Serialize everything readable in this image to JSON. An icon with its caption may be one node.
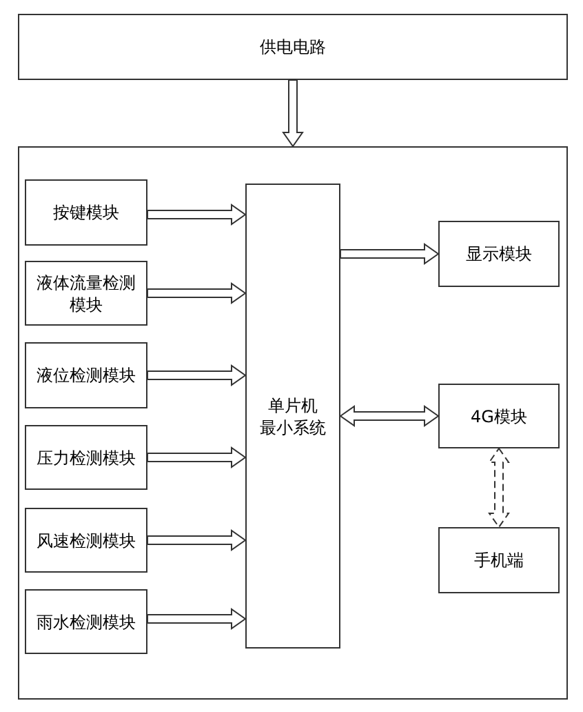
{
  "diagram": {
    "nodes": [
      {
        "text": [
          "供电电路"
        ]
      },
      {
        "text": [],
        "shape": "box"
      },
      {
        "text": [
          "按键模块"
        ],
        "in": 1
      },
      {
        "text": [
          "液体流量检测模块"
        ],
        "in": 1
      },
      {
        "text": [
          "液位检测模块"
        ],
        "in": 1
      },
      {
        "text": [
          "压力检测模块"
        ],
        "in": 1
      },
      {
        "text": [
          "风速检测模块"
        ],
        "in": 1
      },
      {
        "text": [
          "雨水检测模块"
        ],
        "in": 1
      },
      {
        "text": [
          "单片机",
          "最小系统"
        ],
        "in": 1
      },
      {
        "text": [
          "显示模块"
        ],
        "in": 1
      },
      {
        "text": [
          "4G模块"
        ],
        "in": 1
      },
      {
        "text": [
          "手机端"
        ],
        "in": 1
      }
    ],
    "edges": [
      {
        "from": 0,
        "to": 1,
        "arrow": "to"
      },
      {
        "from": 2,
        "to": 8,
        "arrow": "to"
      },
      {
        "from": 3,
        "to": 8,
        "arrow": "to"
      },
      {
        "from": 4,
        "to": 8,
        "arrow": "to"
      },
      {
        "from": 5,
        "to": 8,
        "arrow": "to"
      },
      {
        "from": 6,
        "to": 8,
        "arrow": "to"
      },
      {
        "from": 7,
        "to": 8,
        "arrow": "to"
      },
      {
        "from": 8,
        "to": 9,
        "arrow": "to"
      },
      {
        "from": 8,
        "to": 10,
        "arrow": "both"
      },
      {
        "from": 10,
        "to": 11,
        "arrow": "both",
        "style": "dashed"
      }
    ]
  }
}
